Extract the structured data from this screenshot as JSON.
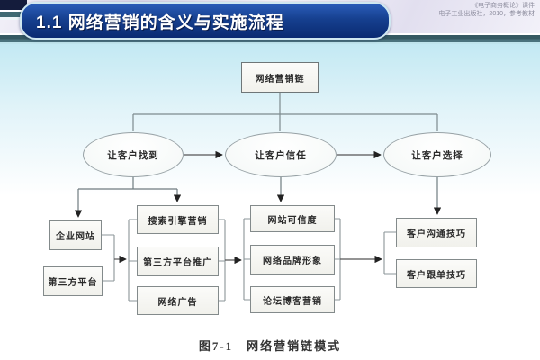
{
  "header": {
    "title": "1.1 网络营销的含义与实施流程",
    "ref_line1": "《电子商务概论》课件",
    "ref_line2": "电子工业出版社，2010，参考教材"
  },
  "diagram": {
    "root": "网络营销链",
    "stages": [
      "让客户找到",
      "让客户信任",
      "让客户选择"
    ],
    "find_group": [
      "企业网站",
      "第三方平台"
    ],
    "find_methods": [
      "搜索引擎营销",
      "第三方平台推广",
      "网络广告"
    ],
    "trust_methods": [
      "网站可信度",
      "网络品牌形象",
      "论坛博客营销"
    ],
    "choose_methods": [
      "客户沟通技巧",
      "客户跟单技巧"
    ],
    "caption": "图7-1　网络营销链模式"
  },
  "colors": {
    "capsule_blue": "#16408f",
    "band_teal": "#355962",
    "body_cyan": "#c3e9f3",
    "line_gray": "#7d8a8e",
    "arrow_black": "#222222"
  }
}
